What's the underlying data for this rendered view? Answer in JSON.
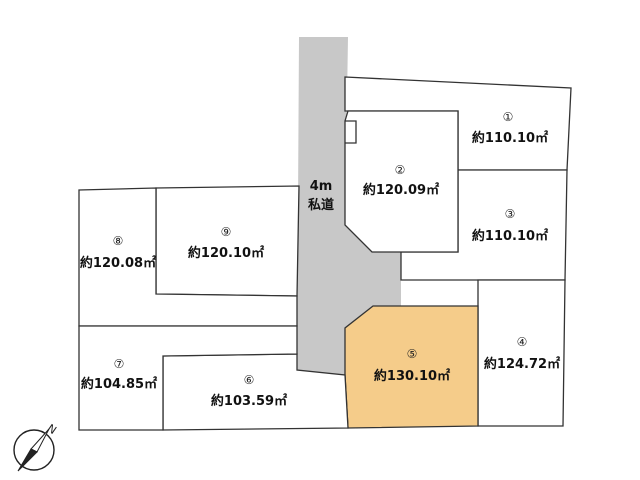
{
  "road": {
    "width": "4m",
    "type": "私道"
  },
  "lots": [
    {
      "id": "1",
      "number": "①",
      "area": "約110.10㎡",
      "highlight": false
    },
    {
      "id": "2",
      "number": "②",
      "area": "約120.09㎡",
      "highlight": false
    },
    {
      "id": "3",
      "number": "③",
      "area": "約110.10㎡",
      "highlight": false
    },
    {
      "id": "4",
      "number": "④",
      "area": "約124.72㎡",
      "highlight": false
    },
    {
      "id": "5",
      "number": "⑤",
      "area": "約130.10㎡",
      "highlight": true
    },
    {
      "id": "6",
      "number": "⑥",
      "area": "約103.59㎡",
      "highlight": false
    },
    {
      "id": "7",
      "number": "⑦",
      "area": "約104.85㎡",
      "highlight": false
    },
    {
      "id": "8",
      "number": "⑧",
      "area": "約120.08㎡",
      "highlight": false
    },
    {
      "id": "9",
      "number": "⑨",
      "area": "約120.10㎡",
      "highlight": false
    }
  ],
  "compass": {
    "label": "N",
    "icon": "north-arrow-icon"
  },
  "colors": {
    "highlight": "#f5cc8a",
    "road": "#c8c8c8",
    "line": "#333333"
  }
}
